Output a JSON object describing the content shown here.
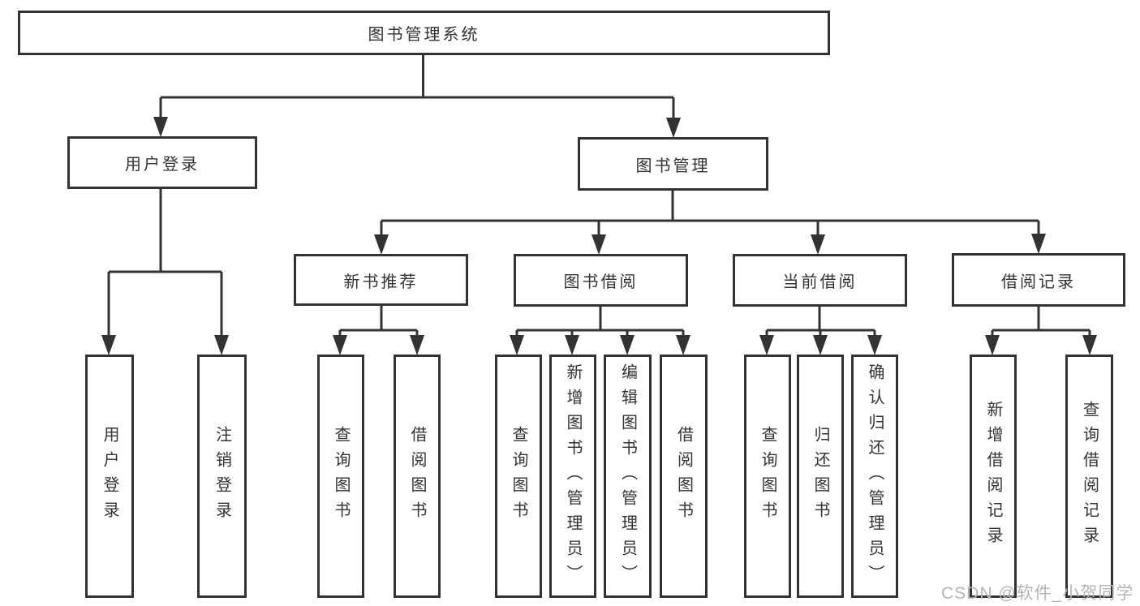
{
  "diagram": {
    "root": {
      "label": "图书管理系统"
    },
    "level2": [
      {
        "id": "user-login",
        "label": "用户登录"
      },
      {
        "id": "book-management",
        "label": "图书管理"
      }
    ],
    "level3": [
      {
        "id": "new-book-recommend",
        "label": "新书推荐",
        "parent": "图书管理"
      },
      {
        "id": "book-borrow",
        "label": "图书借阅",
        "parent": "图书管理"
      },
      {
        "id": "current-borrow",
        "label": "当前借阅",
        "parent": "图书管理"
      },
      {
        "id": "borrow-records",
        "label": "借阅记录",
        "parent": "图书管理"
      }
    ],
    "leaves": [
      {
        "id": "user-login",
        "label": "用户登录",
        "parent": "用户登录"
      },
      {
        "id": "logout-login",
        "label": "注销登录",
        "parent": "用户登录"
      },
      {
        "id": "query-books-recommend",
        "label": "查询图书",
        "parent": "新书推荐"
      },
      {
        "id": "borrow-books-recommend",
        "label": "借阅图书",
        "parent": "新书推荐"
      },
      {
        "id": "query-books-borrow",
        "label": "查询图书",
        "parent": "图书借阅"
      },
      {
        "id": "add-books-admin",
        "label": "新增图书（管理员）",
        "parent": "图书借阅"
      },
      {
        "id": "edit-books-admin",
        "label": "编辑图书（管理员）",
        "parent": "图书借阅"
      },
      {
        "id": "borrow-books",
        "label": "借阅图书",
        "parent": "图书借阅"
      },
      {
        "id": "query-books-current",
        "label": "查询图书",
        "parent": "当前借阅"
      },
      {
        "id": "return-books",
        "label": "归还图书",
        "parent": "当前借阅"
      },
      {
        "id": "confirm-return-admin",
        "label": "确认归还（管理员）",
        "parent": "当前借阅"
      },
      {
        "id": "add-borrow-record",
        "label": "新增借阅记录",
        "parent": "借阅记录"
      },
      {
        "id": "query-borrow-record",
        "label": "查询借阅记录",
        "parent": "借阅记录"
      }
    ],
    "watermark": "CSDN @软件_小贺同学",
    "colors": {
      "line": "#333333",
      "text": "#333333",
      "watermark": "#b5b5b5",
      "background": "#ffffff"
    }
  }
}
